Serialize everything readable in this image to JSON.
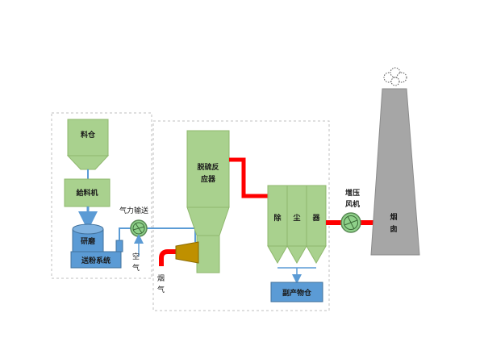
{
  "labels": {
    "material_bin": "料仓",
    "feeder": "給料机",
    "grinding": "研磨",
    "powder_system": "送粉系统",
    "pneumatic_transport": "气力输送",
    "air": [
      "空",
      "气"
    ],
    "flue_gas": [
      "烟",
      "气"
    ],
    "reactor": [
      "脱硫反",
      "应器"
    ],
    "dust_collector": [
      "除",
      "尘",
      "器"
    ],
    "byproduct_bin": "副产物仓",
    "booster_fan": [
      "增压",
      "风机"
    ],
    "chimney": [
      "烟",
      "囱"
    ]
  },
  "colors": {
    "equipment_green": "#a9d18e",
    "equipment_blue": "#5b9bd5",
    "fan_green": "#8fd18a",
    "duct_red": "#ff0000",
    "pipe_blue": "#5b9bd5",
    "chimney_gray": "#a6a6a6",
    "nozzle_gold": "#bf9000",
    "dashed_border": "#bfbfbf"
  },
  "icons": [
    "fan-icon",
    "smoke-cloud-icon",
    "arrow-icon"
  ]
}
